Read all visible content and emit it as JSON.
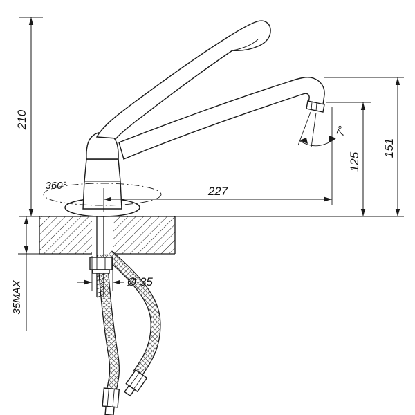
{
  "drawing": {
    "kind": "faucet installation dimension drawing",
    "background": "#ffffff",
    "line_color": "#1a1a1a"
  },
  "labels": {
    "overall_height": "210",
    "deck_thickness_max": "35MAX",
    "spout_reach": "227",
    "outlet_height": "125",
    "spout_end_height": "151",
    "swivel_range": "360°",
    "spray_angle": "7°",
    "mounting_hole": "Ø 35"
  }
}
